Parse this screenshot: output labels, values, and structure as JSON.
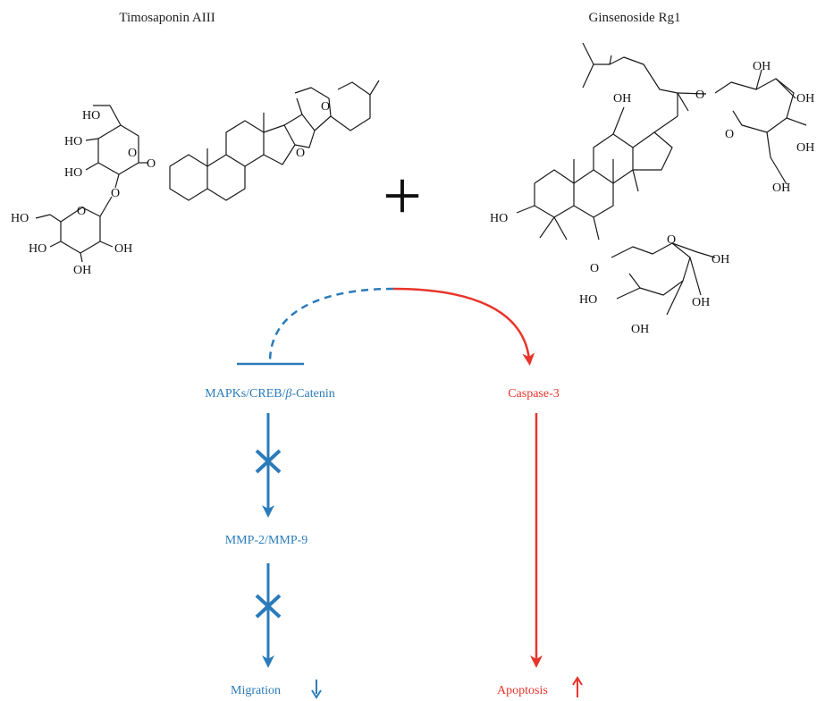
{
  "compounds": {
    "left": {
      "name": "Timosaponin AIII"
    },
    "right": {
      "name": "Ginsenoside Rg1"
    }
  },
  "combine_symbol": "+",
  "atoms": {
    "oh": "OH",
    "ho": "HO",
    "o": "O"
  },
  "pathway": {
    "inhibited": {
      "label": "MAPKs/CREB/β-Catenin",
      "label_parts": [
        "MAPKs/CREB/",
        "β",
        "-Catenin"
      ]
    },
    "activated": {
      "label": "Caspase-3"
    },
    "mmp": {
      "label": "MMP-2/MMP-9"
    },
    "outcome_left": {
      "label": "Migration",
      "trend": "decrease"
    },
    "outcome_right": {
      "label": "Apoptosis",
      "trend": "increase"
    }
  },
  "colors": {
    "inhibit": "#2b7bba",
    "activate": "#e8352b",
    "structure": "#1a1a1a"
  }
}
